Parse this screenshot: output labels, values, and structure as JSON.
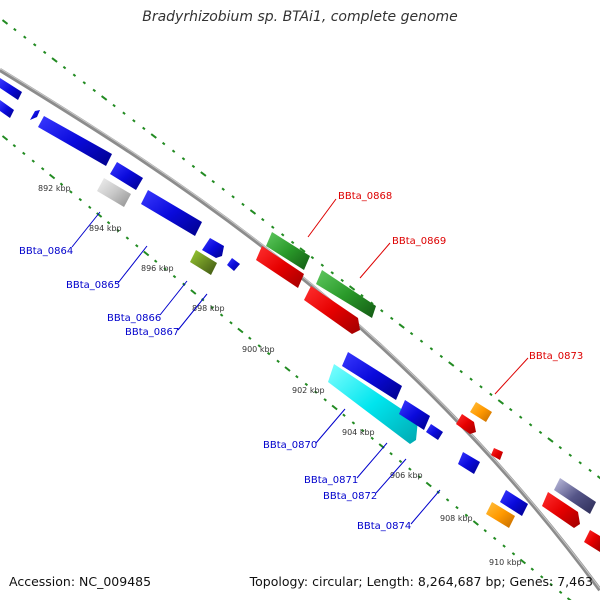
{
  "title": "Bradyrhizobium sp. BTAi1, complete genome",
  "accession": "Accession: NC_009485",
  "summary": "Topology: circular; Length: 8,264,687 bp; Genes: 7,463",
  "colors": {
    "backbone": "#8c8c8c",
    "tick_dots": "#228b22",
    "reverse_label": "#0000cc",
    "forward_label": "#dd0000",
    "gene_blue": "#0a0adc",
    "gene_red": "#e60000",
    "gene_green": "#2a9a2a",
    "gene_cyan": "#00e5ee",
    "gene_olive": "#6b8e23",
    "gene_grey": "#c8c8c8",
    "gene_orange": "#ff9900",
    "gene_slate": "#555588"
  },
  "ticks": [
    "892 kbp",
    "894 kbp",
    "896 kbp",
    "898 kbp",
    "900 kbp",
    "902 kbp",
    "904 kbp",
    "906 kbp",
    "908 kbp",
    "910 kbp"
  ],
  "reverse_labels": [
    "BBta_0864",
    "BBta_0865",
    "BBta_0866",
    "BBta_0867",
    "BBta_0870",
    "BBta_0871",
    "BBta_0872",
    "BBta_0874"
  ],
  "forward_labels": [
    "BBta_0868",
    "BBta_0869",
    "BBta_0873"
  ]
}
